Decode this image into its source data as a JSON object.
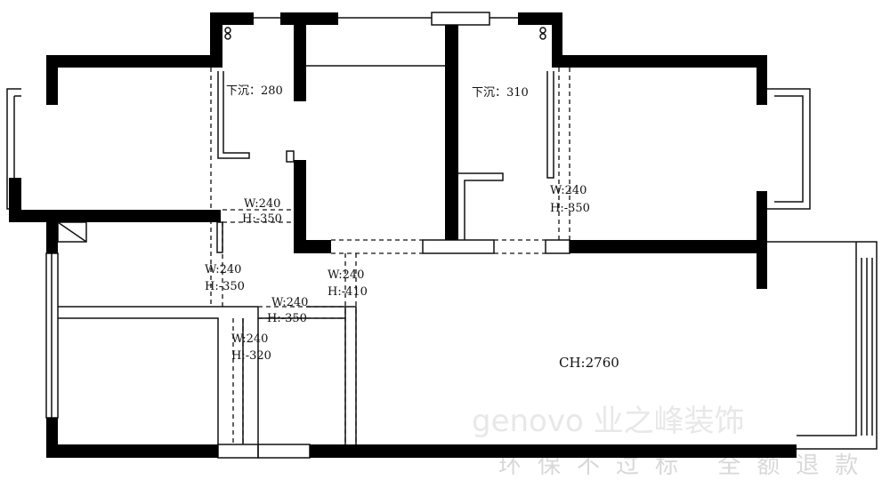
{
  "labels": {
    "sink_a": "下沉：280",
    "sink_b": "下沉：310",
    "ceiling_height": "CH:2760",
    "door1_w": "W:240",
    "door1_h": "H:-350",
    "door2_w": "W:240",
    "door2_h": "H:-350",
    "door3_w": "W:240",
    "door3_h": "H:-410",
    "door4_w": "W:240",
    "door4_h": "H:-350",
    "door5_w": "W:240",
    "door5_h": "H:-320",
    "door6_w": "W:240",
    "door6_h": "H:-350"
  },
  "watermark": {
    "brand": "genovo 业之峰装饰",
    "slogan": "环保不过标 全额退款"
  },
  "colors": {
    "wall": "#000000",
    "line": "#111111"
  }
}
